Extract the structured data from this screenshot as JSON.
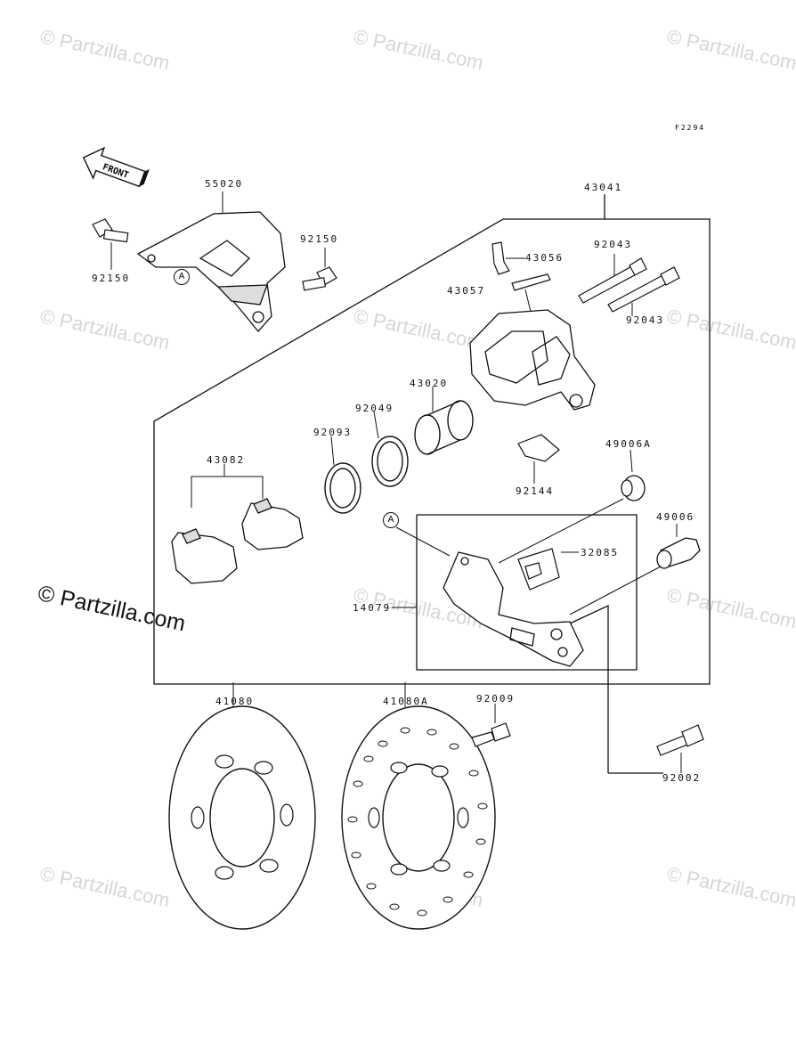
{
  "watermark": {
    "text": "© Partzilla.com"
  },
  "figure_code": "F2294",
  "front_arrow": "FRONT",
  "callout_letter": "A",
  "parts": {
    "p55020": "55020",
    "p92150a": "92150",
    "p92150b": "92150",
    "p43041": "43041",
    "p43056": "43056",
    "p43057": "43057",
    "p92043a": "92043",
    "p92043b": "92043",
    "p43020": "43020",
    "p92049": "92049",
    "p92093": "92093",
    "p43082": "43082",
    "p49006A": "49006A",
    "p92144": "92144",
    "p49006": "49006",
    "p32085": "32085",
    "p14079": "14079",
    "p41080": "41080",
    "p41080A": "41080A",
    "p92009": "92009",
    "p92002": "92002"
  }
}
